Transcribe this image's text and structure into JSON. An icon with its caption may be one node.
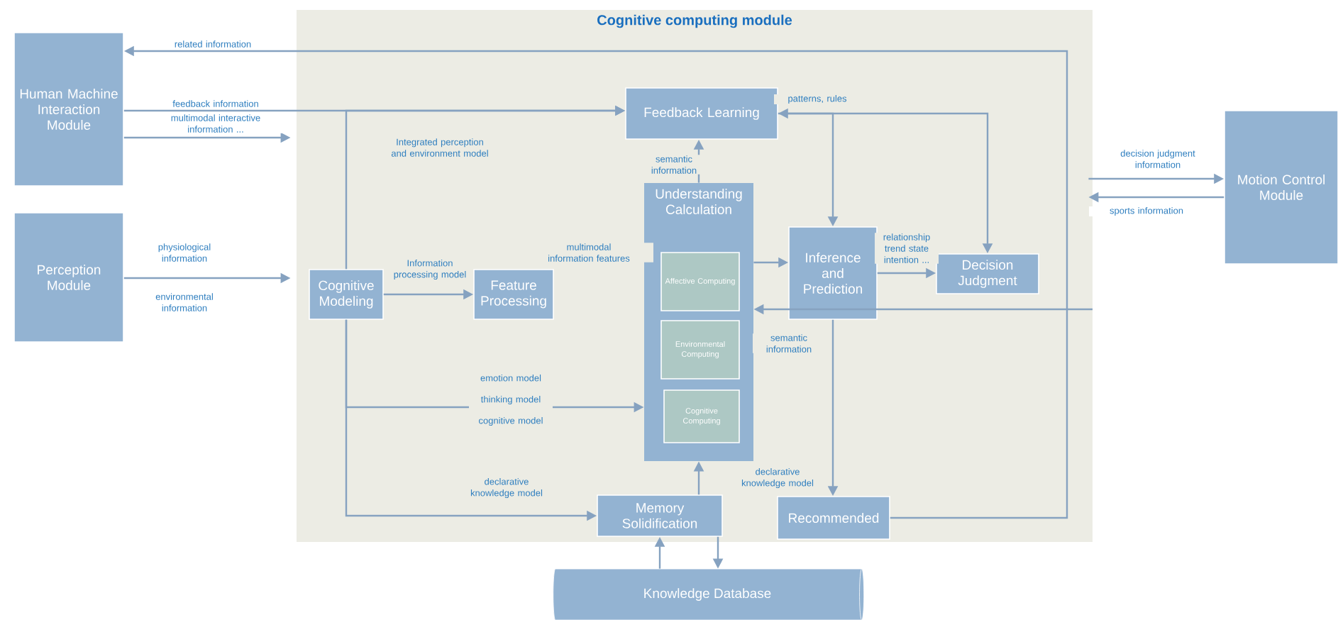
{
  "diagram": {
    "nodes": [
      {
        "text": [
          "Cognitive computing module"
        ]
      },
      {
        "text": [
          "Human Machine Interaction Module"
        ]
      },
      {
        "text": [
          "Perception Module"
        ]
      },
      {
        "text": [
          "Feedback Learning"
        ],
        "in": 0
      },
      {
        "text": [
          "Understanding Calculation"
        ],
        "in": 0
      },
      {
        "text": [
          "Affective Computing"
        ],
        "in": 4
      },
      {
        "text": [
          "Environmental Computing"
        ],
        "in": 4
      },
      {
        "text": [
          "Cognitive Computing"
        ],
        "in": 4
      },
      {
        "text": [
          "Cognitive Modeling"
        ],
        "in": 0
      },
      {
        "text": [
          "Feature Processing"
        ],
        "in": 0
      },
      {
        "text": [
          "Inference and Prediction"
        ],
        "in": 0
      },
      {
        "text": [
          "Decision Judgment"
        ],
        "in": 0
      },
      {
        "text": [
          "Memory Solidification"
        ],
        "in": 0
      },
      {
        "text": [
          "Recommended"
        ],
        "in": 0
      },
      {
        "text": [
          "Motion Control Module"
        ]
      },
      {
        "text": [
          "Knowledge Database"
        ]
      }
    ],
    "edges": [
      {
        "from": 13,
        "to": 1,
        "arrow": "to",
        "label": "related information"
      },
      {
        "from": 1,
        "to": 3,
        "arrow": "to",
        "label": "feedback information"
      },
      {
        "from": 1,
        "to": 0,
        "arrow": "to",
        "label": "multimodal interactive information ..."
      },
      {
        "from": 2,
        "to": 0,
        "arrow": "to",
        "label": "physiological information"
      },
      {
        "from": 8,
        "to": 3,
        "arrow": "to",
        "label": "Integrated perception and environment model"
      },
      {
        "from": 8,
        "to": 9,
        "arrow": "to",
        "label": "Information processing model"
      },
      {
        "from": 4,
        "to": 3,
        "arrow": "to",
        "label": "semantic information"
      },
      {
        "from": 3,
        "to": 10,
        "arrow": "both",
        "label": "patterns, rules"
      },
      {
        "from": 3,
        "to": 11,
        "arrow": "to"
      },
      {
        "from": 4,
        "to": 10,
        "arrow": "to"
      },
      {
        "from": null,
        "to": 4,
        "arrow": "to",
        "label": "semantic information"
      },
      {
        "from": 10,
        "to": 11,
        "arrow": "to",
        "label": "relationship trend state intention ..."
      },
      {
        "from": 8,
        "to": 4,
        "arrow": "to",
        "label": "emotion model thinking model cognitive model"
      },
      {
        "from": 8,
        "to": 12,
        "arrow": "to",
        "label": "declarative knowledge model"
      },
      {
        "from": 12,
        "to": 4,
        "arrow": "to",
        "label": "declarative knowledge model"
      },
      {
        "from": 15,
        "to": 12,
        "arrow": "to"
      },
      {
        "from": 12,
        "to": 15,
        "arrow": "to"
      },
      {
        "from": 10,
        "to": 13,
        "arrow": "to"
      },
      {
        "from": 0,
        "to": 14,
        "arrow": "to",
        "label": "decision judgment information"
      },
      {
        "from": 14,
        "to": 0,
        "arrow": "to",
        "label": "sports information"
      }
    ],
    "labels": [
      "multimodal information features",
      "environmental information"
    ]
  }
}
